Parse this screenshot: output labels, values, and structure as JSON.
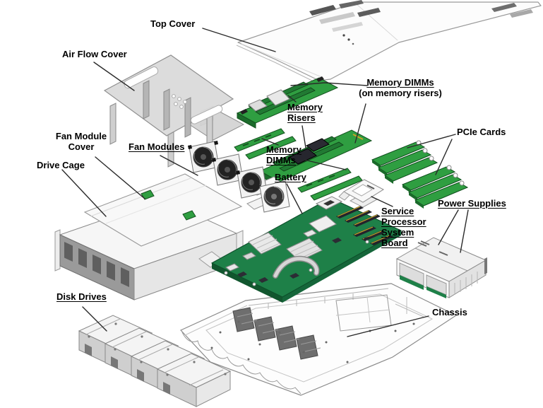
{
  "diagram": {
    "description": "Exploded view of rackmount server components",
    "colors": {
      "background": "#ffffff",
      "leader_line": "#2a2a2a",
      "pcb_green": "#2f9e41",
      "board_green": "#1e8048",
      "metal_light": "#f6f6f6",
      "metal_mid": "#d9d9d9",
      "grille_dark": "#999999",
      "label_text": "#000000"
    }
  },
  "labels": {
    "top_cover": {
      "text": "Top Cover",
      "underlined": false
    },
    "air_flow_cover": {
      "text": "Air Flow Cover",
      "underlined": false
    },
    "memory_dimms_on_risers": {
      "text": "Memory DIMMs",
      "subtext": "(on memory risers)",
      "underlined": true
    },
    "memory_risers": {
      "text": "Memory Risers",
      "underlined": true
    },
    "fan_module_cover": {
      "text": "Fan Module Cover",
      "underlined": false
    },
    "fan_modules": {
      "text": "Fan Modules",
      "underlined": true
    },
    "drive_cage": {
      "text": "Drive Cage",
      "underlined": false
    },
    "memory_dimms": {
      "text": "Memory DIMMs",
      "underlined": true
    },
    "battery": {
      "text": "Battery",
      "underlined": true
    },
    "pcie_cards": {
      "text": "PCIe Cards",
      "underlined": false
    },
    "power_supplies": {
      "text": "Power Supplies",
      "underlined": true
    },
    "service_processor_system_board": {
      "text": "Service Processor System Board",
      "underlined": true
    },
    "disk_drives": {
      "text": "Disk Drives",
      "underlined": true
    },
    "chassis": {
      "text": "Chassis",
      "underlined": false
    }
  }
}
